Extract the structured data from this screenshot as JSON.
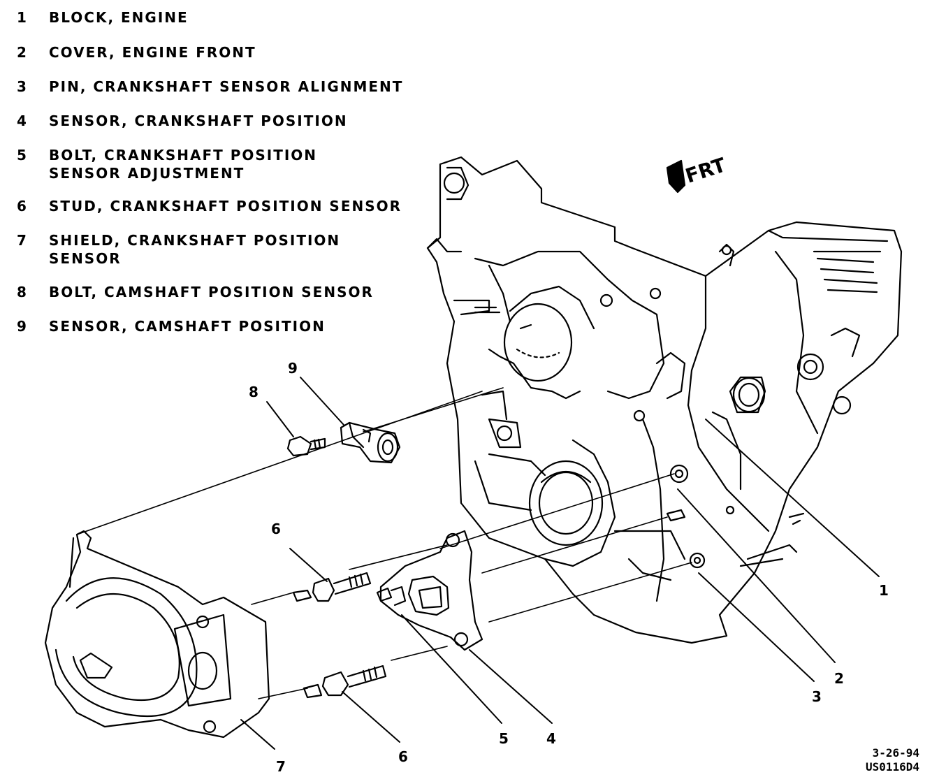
{
  "legend": [
    {
      "num": "1",
      "label": "BLOCK, ENGINE"
    },
    {
      "num": "2",
      "label": "COVER, ENGINE FRONT"
    },
    {
      "num": "3",
      "label": "PIN, CRANKSHAFT SENSOR ALIGNMENT"
    },
    {
      "num": "4",
      "label": "SENSOR, CRANKSHAFT POSITION"
    },
    {
      "num": "5",
      "label": "BOLT, CRANKSHAFT POSITION\nSENSOR ADJUSTMENT"
    },
    {
      "num": "6",
      "label": "STUD, CRANKSHAFT POSITION SENSOR"
    },
    {
      "num": "7",
      "label": "SHIELD, CRANKSHAFT POSITION\nSENSOR"
    },
    {
      "num": "8",
      "label": "BOLT, CAMSHAFT POSITION SENSOR"
    },
    {
      "num": "9",
      "label": "SENSOR, CAMSHAFT POSITION"
    }
  ],
  "direction_label": "FRT",
  "callouts": {
    "c1": "1",
    "c2": "2",
    "c3": "3",
    "c4": "4",
    "c5": "5",
    "c6a": "6",
    "c6b": "6",
    "c7": "7",
    "c8": "8",
    "c9": "9"
  },
  "footer": {
    "date": "3-26-94",
    "code": "US0116D4"
  }
}
